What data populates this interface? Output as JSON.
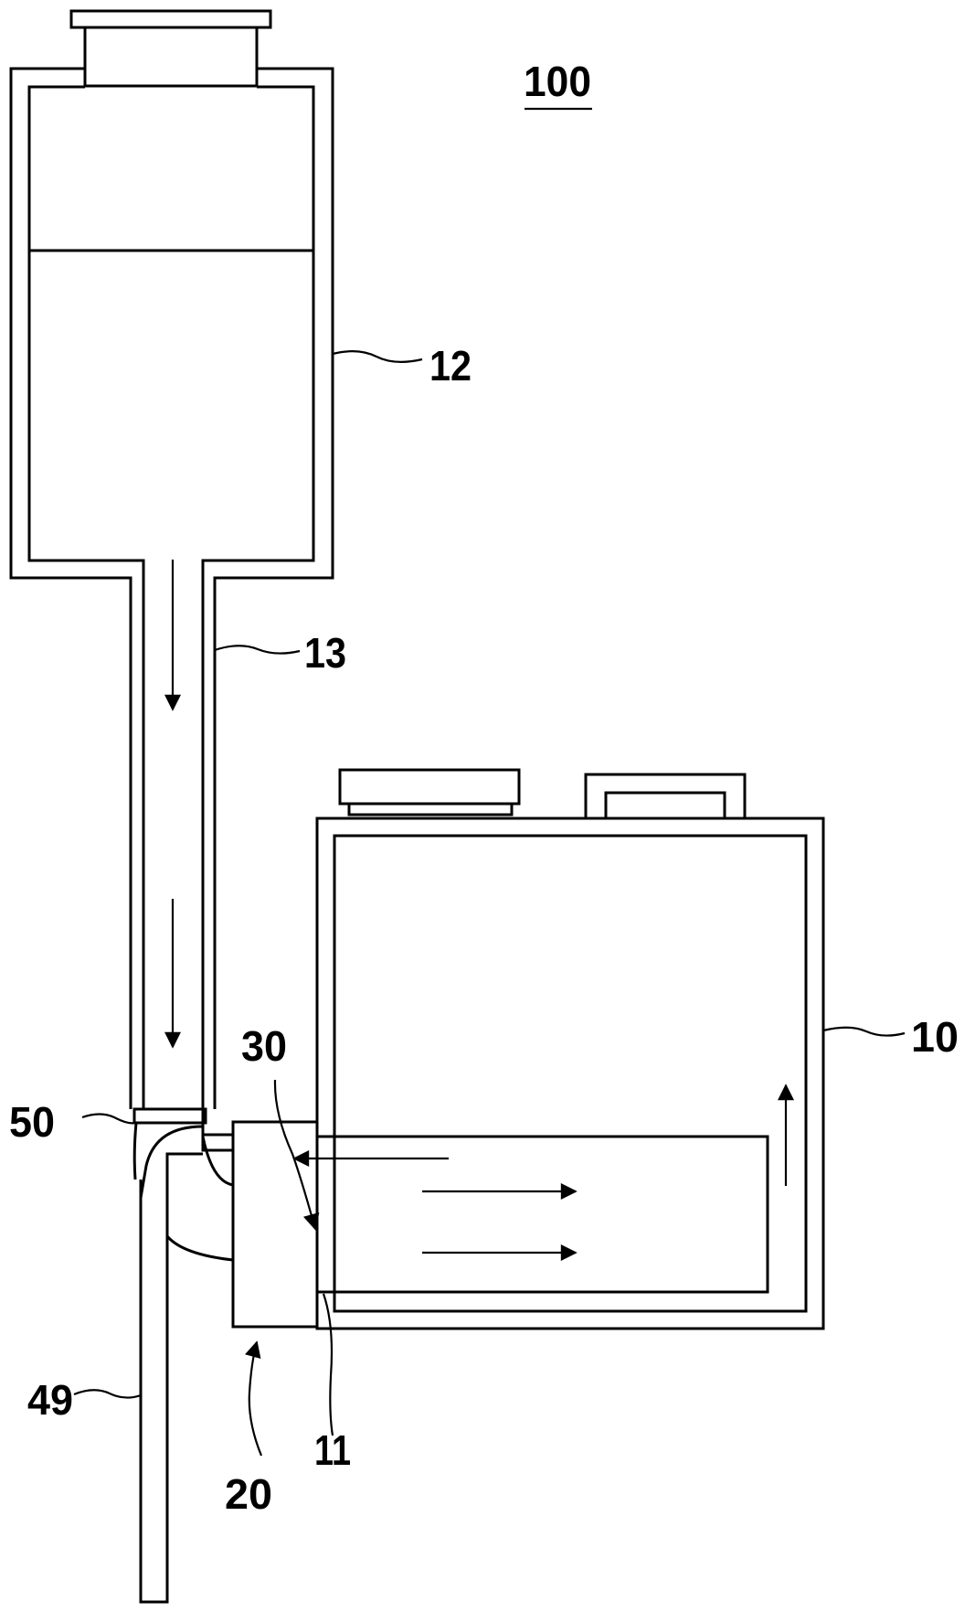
{
  "figure": {
    "labels": {
      "assembly": "100",
      "upper_tank": "12",
      "pipe": "13",
      "main_tank": "10",
      "part_30": "30",
      "part_50": "50",
      "part_49": "49",
      "part_11": "11",
      "part_20": "20"
    }
  }
}
